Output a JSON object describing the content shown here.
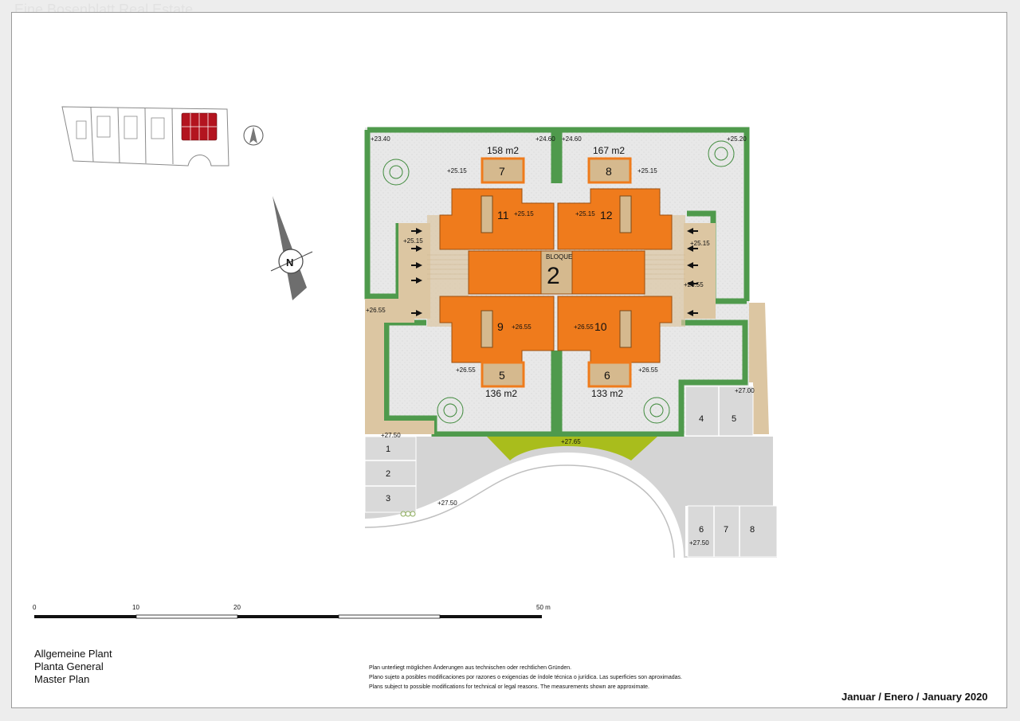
{
  "watermark": "Eine Bosenblatt Real Estate",
  "plan": {
    "block_label": "BLOQUE",
    "block_number": "2",
    "units": [
      {
        "number": "11",
        "level": "+25.15"
      },
      {
        "number": "12",
        "level": "+25.15"
      },
      {
        "number": "9",
        "level": "+26.55"
      },
      {
        "number": "10",
        "level": "+26.55"
      }
    ],
    "terraces": [
      {
        "number": "7",
        "area": "158 m2"
      },
      {
        "number": "8",
        "area": "167 m2"
      },
      {
        "number": "5",
        "area": "136 m2"
      },
      {
        "number": "6",
        "area": "133 m2"
      }
    ],
    "levels": {
      "nw_corner": "+23.40",
      "n_mid_left": "+24.60",
      "n_mid_right": "+24.60",
      "ne_corner": "+25.20",
      "garden_7": "+25.15",
      "garden_8": "+25.15",
      "west_stair": "+25.15",
      "east_stair": "+25.15",
      "west_path": "+26.55",
      "east_path": "+26.55",
      "garden_5": "+26.55",
      "garden_6": "+26.55",
      "parking_east": "+27.00",
      "parking_west": "+27.50",
      "center_access": "+27.65",
      "road_west": "+27.50",
      "parking_se": "+27.50"
    },
    "parking": {
      "west": [
        "1",
        "2",
        "3"
      ],
      "east": [
        "4",
        "5"
      ],
      "southeast": [
        "6",
        "7",
        "8"
      ]
    }
  },
  "scale_bar": {
    "ticks": [
      "0",
      "10",
      "20",
      "50 m"
    ]
  },
  "title_block": {
    "line1": "Allgemeine Plant",
    "line2": "Planta General",
    "line3": "Master Plan"
  },
  "disclaimer": {
    "de": "Plan unterliegt möglichen Änderungen aus technischen oder rechtlichen Gründen.",
    "es": "Plano sujeto a posibles modificaciones por razones o exigencias de índole técnica o jurídica. Las superficies son aproximadas.",
    "en": "Plans subject to possible modifications for technical or legal reasons. The measurements shown are approximate."
  },
  "date": "Januar / Enero / January 2020",
  "colors": {
    "unit_fill": "#ef7b1c",
    "terrace_fill": "#d5b98e",
    "hedge": "#4f9a4c",
    "garden": "#e7e7e7",
    "road": "#d4d4d4",
    "path": "#dcc6a2",
    "green_access": "#a9bd1c",
    "highlight_block": "#b3141f"
  }
}
